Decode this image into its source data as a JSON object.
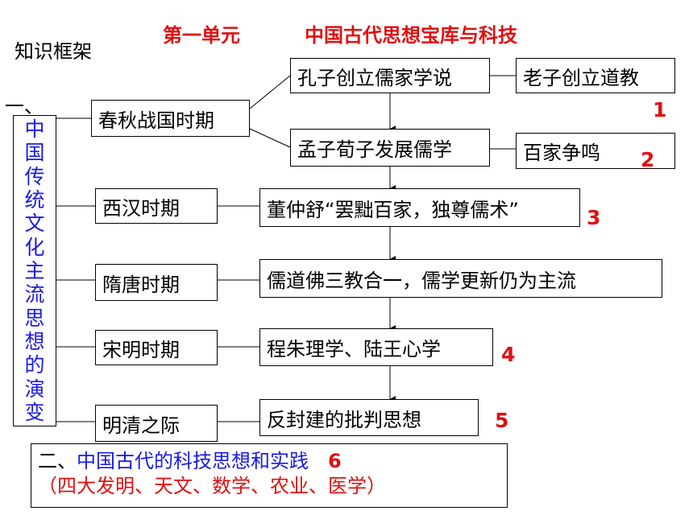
{
  "header": {
    "title_unit": "第一单元",
    "title_topic": "中国古代思想宝库与科技",
    "framework_label": "知识框架"
  },
  "section_one": {
    "marker": "一、",
    "vertical_title": [
      "中",
      "国",
      "传",
      "统",
      "文",
      "化",
      "主",
      "流",
      "思",
      "想",
      "的",
      "演",
      "变"
    ]
  },
  "periods": {
    "chunqiu": "春秋战国时期",
    "xihan": "西汉时期",
    "suitang": "隋唐时期",
    "songming": "宋明时期",
    "mingqing": "明清之际"
  },
  "thoughts": {
    "kongzi": "孔子创立儒家学说",
    "laozi": "老子创立道教",
    "mengxun": "孟子荀子发展儒学",
    "baijia": "百家争鸣",
    "dongzhongshu": "董仲舒“罢黜百家，独尊儒术”",
    "rudaofo": "儒道佛三教合一，儒学更新仍为主流",
    "chengzhu": "程朱理学、陆王心学",
    "fanfengjian": "反封建的批判思想"
  },
  "numbers": [
    "1",
    "2",
    "3",
    "4",
    "5",
    "6"
  ],
  "section_two": {
    "prefix": "二、",
    "title": "中国古代的科技思想和实践",
    "subtitle": "（四大发明、天文、数学、农业、医学）"
  },
  "colors": {
    "accent_red": "#e01010",
    "accent_blue": "#1a1ae6"
  }
}
